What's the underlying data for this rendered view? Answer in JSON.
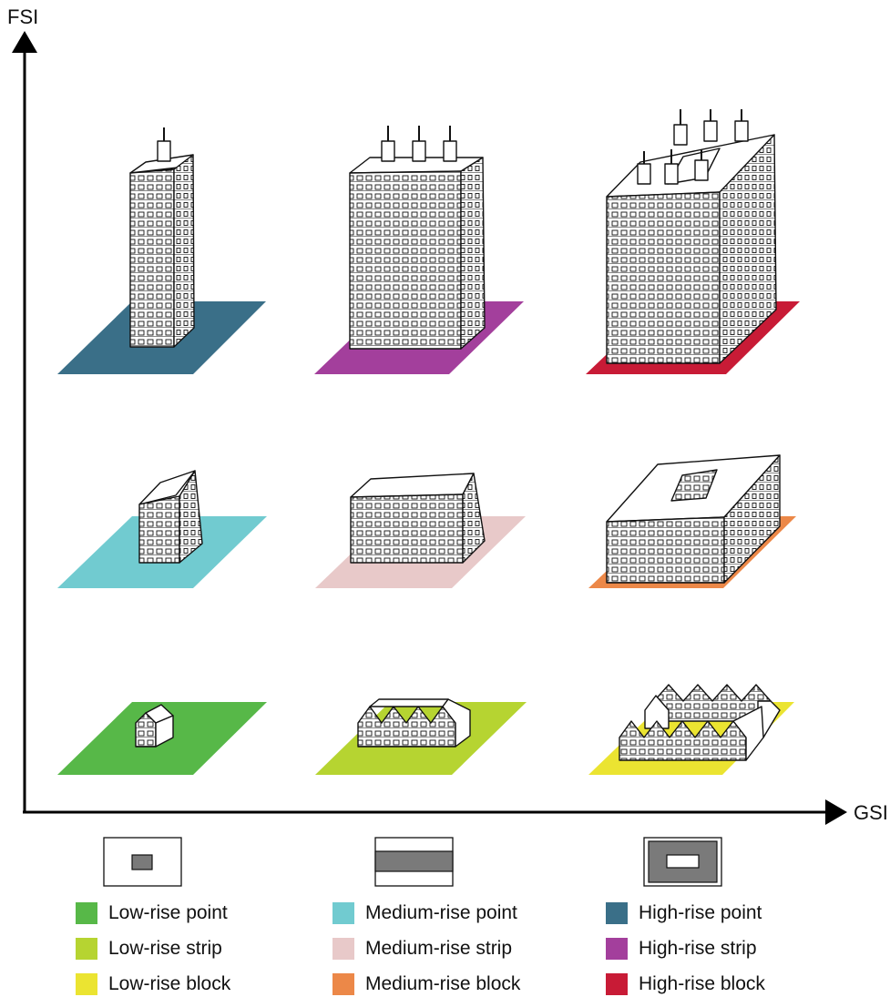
{
  "axes": {
    "y_label": "FSI",
    "x_label": "GSI"
  },
  "legend": [
    {
      "label": "Low-rise point",
      "color": "#57b848"
    },
    {
      "label": "Medium-rise point",
      "color": "#71cbd0"
    },
    {
      "label": "High-rise point",
      "color": "#3a6f88"
    },
    {
      "label": "Low-rise strip",
      "color": "#b6d431"
    },
    {
      "label": "Medium-rise strip",
      "color": "#e8c9c9"
    },
    {
      "label": "High-rise strip",
      "color": "#a33f9c"
    },
    {
      "label": "Low-rise block",
      "color": "#ebe431"
    },
    {
      "label": "Medium-rise block",
      "color": "#ec8848"
    },
    {
      "label": "High-rise block",
      "color": "#c81b36"
    }
  ],
  "icons": [
    "point-plan-icon",
    "strip-plan-icon",
    "block-plan-icon"
  ]
}
